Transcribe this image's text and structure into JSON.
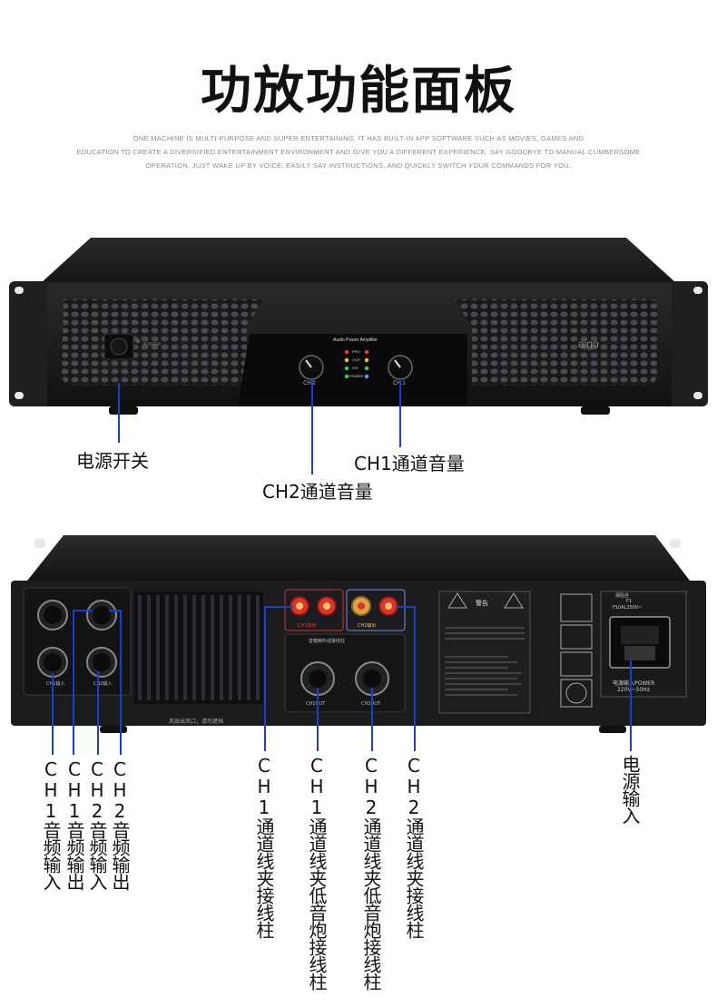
{
  "header": {
    "title": "功放功能面板",
    "subtitle_lines": [
      "ONE MACHINE IS MULTI-PURPOSE AND SUPER ENTERTAINING. IT HAS BUILT-IN APP SOFTWARE SUCH AS MOVIES, GAMES AND",
      "EDUCATION TO CREATE A DIVERSIFIED ENTERTAINMENT ENVIRONMENT AND GIVE YOU A DIFFERENT EXPERIENCE. SAY GOODBYE TO MANUAL CUMBERSOME",
      "OPERATION. JUST WAKE UP BY VOICE, EASILY SAY INSTRUCTIONS, AND QUICKLY SWITCH YOUR COMMANDS FOR YOU."
    ]
  },
  "front_panel": {
    "brand": "aigo",
    "model_label": "Audio Power Amplifier",
    "power_switch_text": "POWER",
    "knob_left_label": "CH.2",
    "knob_right_label": "CH.1",
    "indicators": [
      "PRO",
      "CLIP",
      "SIG",
      "POWER"
    ],
    "callouts": {
      "power_switch": "电源开关",
      "ch1_volume": "CH1通道音量",
      "ch2_volume": "CH2通道音量"
    }
  },
  "rear_panel": {
    "vent_note": "风扇出风口，请勿遮挡",
    "bind_post_ch1": "CH1输出",
    "bind_post_ch2": "CH2输出",
    "speakon_header": "音箱喇叭线接线柱",
    "speakon_ch1": "CH1OUT",
    "speakon_ch2": "CH2OUT",
    "xlr_in_ch1": "CH1输入",
    "xlr_in_ch2": "CH2输入",
    "warning_title": "警告",
    "fuse_label": "保险丝",
    "fuse_rating": "F1",
    "fuse_value": "F10AL250V~",
    "power_input_label": "电源输入POWER",
    "power_input_value": "220V~50Hz",
    "callouts": {
      "ch1_in": "CH1音频输入",
      "ch1_out": "CH1音频输出",
      "ch2_in": "CH2音频输入",
      "ch2_out": "CH2音频输出",
      "ch1_binding": "CH1通道线夹接线柱",
      "ch1_speakon": "CH1通道线夹低音炮接线柱",
      "ch2_speakon": "CH2通道线夹低音炮接线柱",
      "ch2_binding": "CH2通道线夹接线柱",
      "power_in": "电源输入"
    }
  },
  "colors": {
    "callout_line": "#1a3fd0",
    "chassis": "#1c1c1e",
    "panel": "#0d0d0f",
    "binding_red": "#e0322a",
    "binding_gold": "#d9a441"
  }
}
